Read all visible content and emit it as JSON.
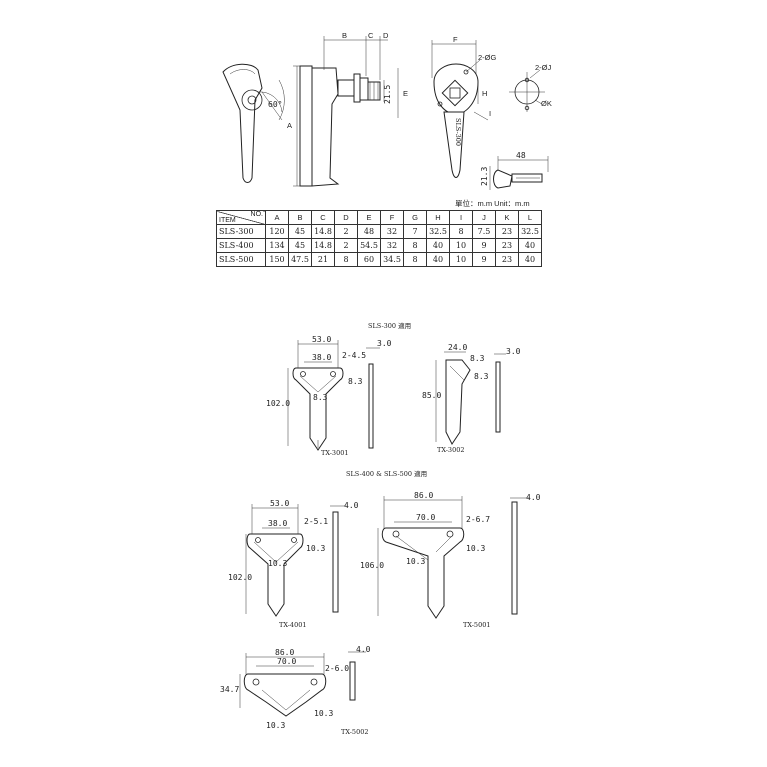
{
  "top_drawing": {
    "dim_labels": {
      "B": "B",
      "C": "C",
      "D": "D",
      "A": "A",
      "E": "E",
      "F": "F",
      "G": "2-ØG",
      "J": "2-ØJ",
      "K": "ØK",
      "H": "H",
      "I": "I",
      "angle": "60°",
      "val_21_5": "21.5",
      "val_48": "48",
      "val_21_3": "21.3"
    }
  },
  "units_label": "單位：m.m Unit：m.m",
  "spec_table": {
    "corner_item": "ITEM",
    "corner_no": "NO.",
    "columns": [
      "A",
      "B",
      "C",
      "D",
      "E",
      "F",
      "G",
      "H",
      "I",
      "J",
      "K",
      "L"
    ],
    "rows": [
      {
        "item": "SLS-300",
        "values": [
          "120",
          "45",
          "14.8",
          "2",
          "48",
          "32",
          "7",
          "32.5",
          "8",
          "7.5",
          "23",
          "32.5"
        ]
      },
      {
        "item": "SLS-400",
        "values": [
          "134",
          "45",
          "14.8",
          "2",
          "54.5",
          "32",
          "8",
          "40",
          "10",
          "9",
          "23",
          "40"
        ]
      },
      {
        "item": "SLS-500",
        "values": [
          "150",
          "47.5",
          "21",
          "8",
          "60",
          "34.5",
          "8",
          "40",
          "10",
          "9",
          "23",
          "40"
        ]
      }
    ]
  },
  "section_sls300": "SLS-300 適用",
  "section_sls400_500": "SLS-400 & SLS-500 適用",
  "tx3001": {
    "caption": "TX-3001",
    "w_outer": "53.0",
    "w_inner": "38.0",
    "holes": "2-4.5",
    "thick": "3.0",
    "arm": "8.3",
    "stem": "8.3",
    "height": "102.0"
  },
  "tx3002": {
    "caption": "TX-3002",
    "w": "24.0",
    "arm1": "8.3",
    "arm2": "8.3",
    "thick": "3.0",
    "height": "85.0"
  },
  "tx4001": {
    "caption": "TX-4001",
    "w_outer": "53.0",
    "w_inner": "38.0",
    "holes": "2-5.1",
    "thick": "4.0",
    "arm": "10.3",
    "stem": "10.3",
    "height": "102.0"
  },
  "tx5001": {
    "caption": "TX-5001",
    "w_outer": "86.0",
    "w_inner": "70.0",
    "holes": "2-6.7",
    "thick": "4.0",
    "arm": "10.3",
    "stem": "10.3",
    "height": "106.0"
  },
  "tx5002": {
    "caption": "TX-5002",
    "w_outer": "86.0",
    "w_inner": "70.0",
    "holes": "2-6.0",
    "thick": "4.0",
    "arm": "10.3",
    "arm2": "10.3",
    "height": "34.7"
  }
}
